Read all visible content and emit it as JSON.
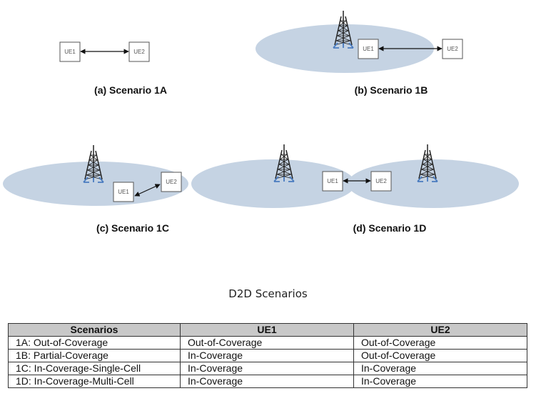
{
  "diagram": {
    "title": "D2D Scenarios",
    "ue1_label": "UE1",
    "ue2_label": "UE2",
    "scenarios": [
      {
        "caption": "(a) Scenario 1A"
      },
      {
        "caption": "(b) Scenario 1B"
      },
      {
        "caption": "(c) Scenario 1C"
      },
      {
        "caption": "(d) Scenario 1D"
      }
    ]
  },
  "colors": {
    "coverage_fill": "#c5d3e3",
    "tower_lattice": "#222222",
    "tower_base": "#4a7cc0",
    "table_header_bg": "#c8c8c8"
  },
  "table": {
    "headers": [
      "Scenarios",
      "UE1",
      "UE2"
    ],
    "rows": [
      [
        "1A: Out-of-Coverage",
        "Out-of-Coverage",
        "Out-of-Coverage"
      ],
      [
        "1B: Partial-Coverage",
        "In-Coverage",
        "Out-of-Coverage"
      ],
      [
        "1C: In-Coverage-Single-Cell",
        "In-Coverage",
        "In-Coverage"
      ],
      [
        "1D: In-Coverage-Multi-Cell",
        "In-Coverage",
        "In-Coverage"
      ]
    ]
  }
}
